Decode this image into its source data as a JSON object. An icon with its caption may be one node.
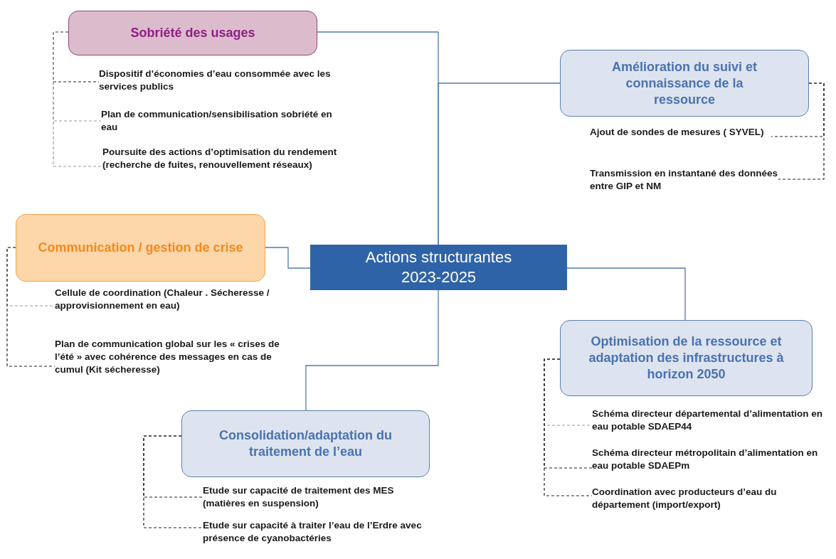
{
  "diagram": {
    "nodes": [
      {
        "text": [
          "Actions structurantes 2023-2025"
        ]
      },
      {
        "text": [
          "Sobriété des usages"
        ]
      },
      {
        "text": [
          "Dispositif d’économies d’eau consommée avec les services publics"
        ]
      },
      {
        "text": [
          "Plan de communication/sensibilisation sobriété en eau"
        ]
      },
      {
        "text": [
          "Poursuite des actions d’optimisation du rendement (recherche de fuites, renouvellement réseaux)"
        ]
      },
      {
        "text": [
          "Amélioration du suivi et connaissance de la ressource"
        ]
      },
      {
        "text": [
          "Ajout de sondes de mesures ( SYVEL)"
        ]
      },
      {
        "text": [
          "Transmission en instantané des données entre GIP et NM"
        ]
      },
      {
        "text": [
          "Communication / gestion de crise"
        ]
      },
      {
        "text": [
          "Cellule de coordination (Chaleur . Sécheresse / approvisionnement en eau)"
        ]
      },
      {
        "text": [
          "Plan de communication global sur les « crises de l’été » avec cohérence des messages en cas de cumul (Kit sécheresse)"
        ]
      },
      {
        "text": [
          "Optimisation de la ressource et adaptation des infrastructures à horizon 2050"
        ]
      },
      {
        "text": [
          "Schéma directeur départemental d’alimentation en eau potable SDAEP44"
        ]
      },
      {
        "text": [
          "Schéma directeur métropolitain d’alimentation en eau potable SDAEPm"
        ]
      },
      {
        "text": [
          "Coordination avec producteurs d’eau du département (import/export)"
        ]
      },
      {
        "text": [
          "Consolidation/adaptation du traitement de l’eau"
        ]
      },
      {
        "text": [
          "Etude sur capacité de traitement des MES (matières en suspension)"
        ]
      },
      {
        "text": [
          "Etude sur capacité à traiter l’eau de l’Erdre avec présence de cyanobactéries"
        ]
      }
    ],
    "edges": [
      {
        "from": 0,
        "to": 1,
        "arrow": "none",
        "color": "#4f7bb5"
      },
      {
        "from": 0,
        "to": 5,
        "arrow": "none",
        "color": "#4f7bb5"
      },
      {
        "from": 0,
        "to": 8,
        "arrow": "none",
        "color": "#4f7bb5"
      },
      {
        "from": 0,
        "to": 11,
        "arrow": "none",
        "color": "#4f7bb5"
      },
      {
        "from": 0,
        "to": 15,
        "arrow": "none",
        "color": "#4f7bb5"
      },
      {
        "from": 1,
        "to": 2,
        "arrow": "none",
        "style": "dashed"
      },
      {
        "from": 1,
        "to": 3,
        "arrow": "none",
        "style": "dashed",
        "color": "#999999"
      },
      {
        "from": 1,
        "to": 4,
        "arrow": "none",
        "style": "dashed",
        "color": "#999999"
      },
      {
        "from": 5,
        "to": 6,
        "arrow": "none",
        "style": "dashed"
      },
      {
        "from": 5,
        "to": 7,
        "arrow": "none",
        "style": "dashed"
      },
      {
        "from": 8,
        "to": 9,
        "arrow": "none",
        "style": "dashed",
        "color": "#999999"
      },
      {
        "from": 8,
        "to": 10,
        "arrow": "none",
        "style": "dashed"
      },
      {
        "from": 11,
        "to": 12,
        "arrow": "none",
        "style": "dashed",
        "color": "#999999"
      },
      {
        "from": 11,
        "to": 13,
        "arrow": "none",
        "style": "dashed"
      },
      {
        "from": 11,
        "to": 14,
        "arrow": "none",
        "style": "dashed"
      },
      {
        "from": 15,
        "to": 16,
        "arrow": "none",
        "style": "dashed"
      },
      {
        "from": 15,
        "to": 17,
        "arrow": "none",
        "style": "dashed"
      }
    ]
  }
}
